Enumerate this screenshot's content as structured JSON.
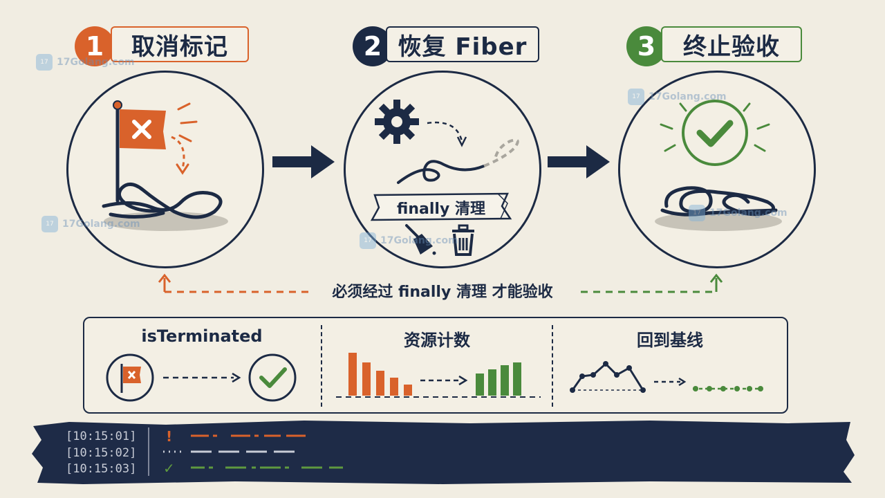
{
  "steps": [
    {
      "num": "1",
      "label": "取消标记",
      "color": "#d9622b"
    },
    {
      "num": "2",
      "label": "恢复 Fiber",
      "color": "#1c2a44"
    },
    {
      "num": "3",
      "label": "终止验收",
      "color": "#4a8a3c"
    }
  ],
  "banner_text": "finally 清理",
  "requirement_text": "必须经过 finally 清理 才能验收",
  "panels": [
    {
      "title": "isTerminated"
    },
    {
      "title": "资源计数"
    },
    {
      "title": "回到基线"
    }
  ],
  "log": {
    "lines": [
      {
        "timestamp": "[10:15:01]",
        "mark": "!",
        "color": "#d9622b"
      },
      {
        "timestamp": "[10:15:02]",
        "mark": "",
        "color": "#c8ccd6"
      },
      {
        "timestamp": "[10:15:03]",
        "mark": "✓",
        "color": "#5f9a3f"
      }
    ]
  },
  "watermark": {
    "brand": "17Golang.com"
  },
  "colors": {
    "orange": "#d9622b",
    "navy": "#1c2a44",
    "green": "#4a8a3c",
    "background": "#f1ede2",
    "terminal": "#1e2b47"
  },
  "icons": [
    "flag-x-icon",
    "gear-icon",
    "broom-icon",
    "trash-icon",
    "check-circle-icon",
    "rope-knot-icon"
  ]
}
